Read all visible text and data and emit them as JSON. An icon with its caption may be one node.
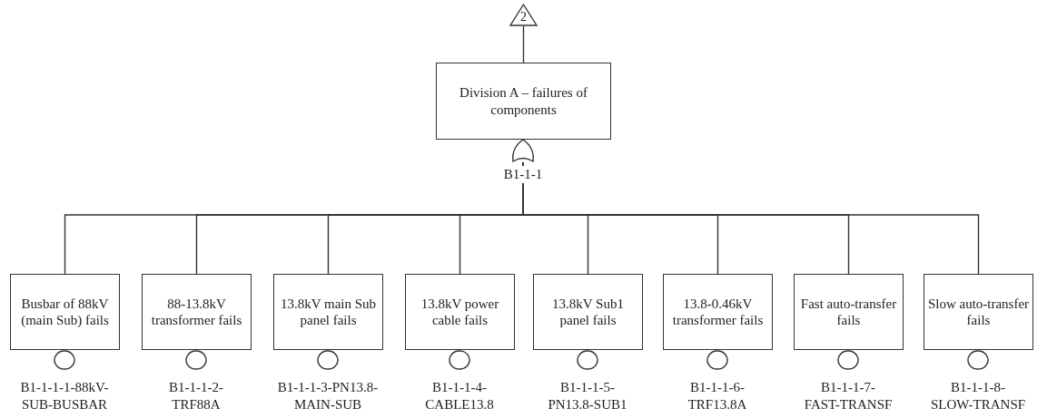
{
  "diagram": {
    "nodes": [
      {
        "text": [
          "2"
        ]
      },
      {
        "text": [
          "Division A – failures of components"
        ]
      },
      {
        "text": [],
        "shape": "gate",
        "beside": [
          "B1-1-1"
        ]
      },
      {
        "text": [
          "Busbar of 88kV (main Sub) fails"
        ]
      },
      {
        "text": [
          "88-13.8kV transformer fails"
        ]
      },
      {
        "text": [
          "13.8kV main Sub panel fails"
        ]
      },
      {
        "text": [
          "13.8kV power cable fails"
        ]
      },
      {
        "text": [
          "13.8kV Sub1 panel fails"
        ]
      },
      {
        "text": [
          "13.8-0.46kV transformer fails"
        ]
      },
      {
        "text": [
          "Fast auto-transfer fails"
        ]
      },
      {
        "text": [
          "Slow auto-transfer fails"
        ]
      },
      {
        "text": [],
        "shape": "circle",
        "beside": [
          "B1-1-1-1-88kV- SUB-BUSBAR"
        ]
      },
      {
        "text": [],
        "shape": "circle",
        "beside": [
          "B1-1-1-2- TRF88A"
        ]
      },
      {
        "text": [],
        "shape": "circle",
        "beside": [
          "B1-1-1-3-PN13.8- MAIN-SUB"
        ]
      },
      {
        "text": [],
        "shape": "circle",
        "beside": [
          "B1-1-1-4- CABLE13.8"
        ]
      },
      {
        "text": [],
        "shape": "circle",
        "beside": [
          "B1-1-1-5- PN13.8-SUB1"
        ]
      },
      {
        "text": [],
        "shape": "circle",
        "beside": [
          "B1-1-1-6- TRF13.8A"
        ]
      },
      {
        "text": [],
        "shape": "circle",
        "beside": [
          "B1-1-1-7- FAST-TRANSF"
        ]
      },
      {
        "text": [],
        "shape": "circle",
        "beside": [
          "B1-1-1-8- SLOW-TRANSF"
        ]
      }
    ],
    "edges": [
      {
        "from": 0,
        "to": 1,
        "arrow": "none"
      },
      {
        "from": 2,
        "to": 3,
        "arrow": "none"
      },
      {
        "from": 2,
        "to": 4,
        "arrow": "none"
      },
      {
        "from": 2,
        "to": 5,
        "arrow": "none"
      },
      {
        "from": 2,
        "to": 6,
        "arrow": "none"
      },
      {
        "from": 2,
        "to": 7,
        "arrow": "none"
      },
      {
        "from": 2,
        "to": 8,
        "arrow": "none"
      },
      {
        "from": 2,
        "to": 9,
        "arrow": "none"
      },
      {
        "from": 2,
        "to": 10,
        "arrow": "none"
      }
    ]
  }
}
